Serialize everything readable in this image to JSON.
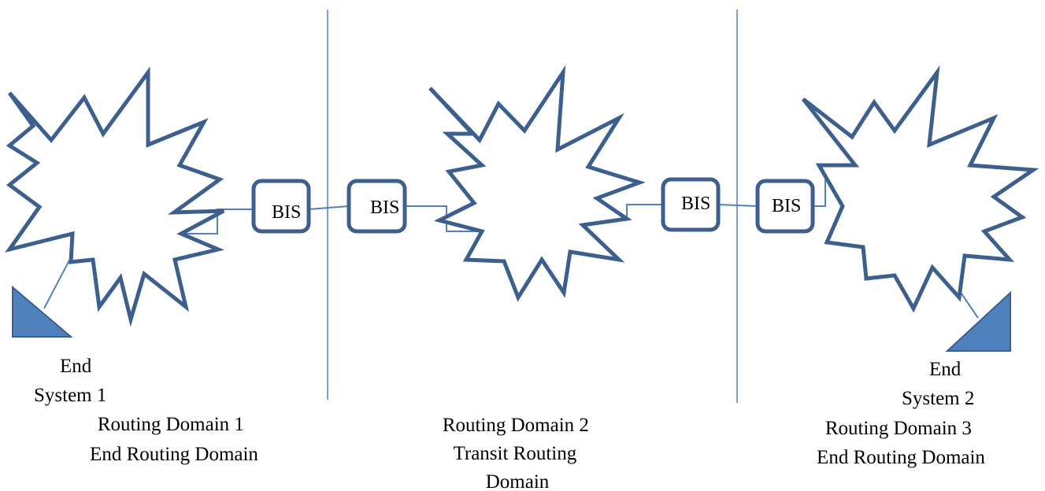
{
  "bis_label": "BIS",
  "end_system_1": [
    "End",
    "System 1"
  ],
  "end_system_2": [
    "End",
    "System 2"
  ],
  "domain_1": [
    "Routing Domain 1",
    "End Routing Domain"
  ],
  "domain_2": [
    "Routing Domain 2",
    "Transit Routing",
    "Domain"
  ],
  "domain_3": [
    "Routing Domain 3",
    "End Routing Domain"
  ],
  "colors": {
    "outline": "#3c5f8e",
    "fill_accent": "#4f81bd",
    "line": "#4f81bd"
  }
}
